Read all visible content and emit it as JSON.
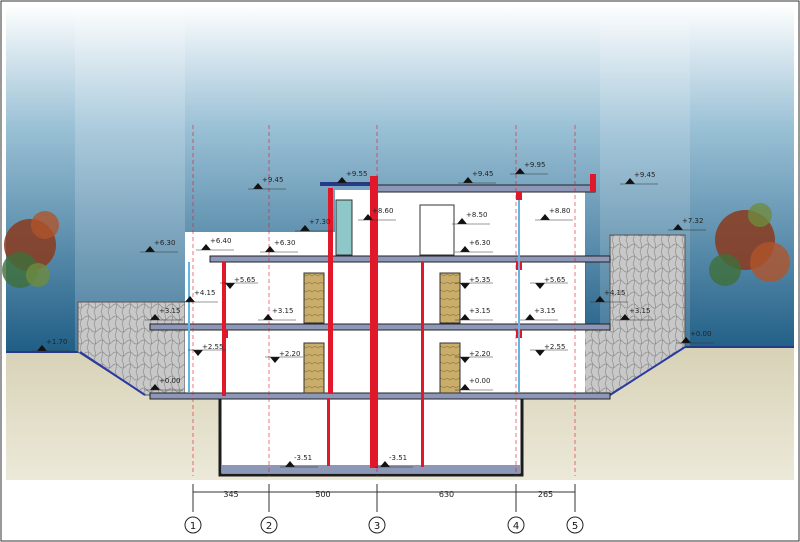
{
  "drawing": {
    "levels": [
      "+9.45",
      "+9.55",
      "+9.45",
      "+9.95",
      "+9.45",
      "+8.60",
      "+8.50",
      "+8.80",
      "+7.30",
      "+7.32",
      "+6.30",
      "+6.40",
      "+6.30",
      "+6.30",
      "+5.65",
      "+5.35",
      "+5.65",
      "+4.15",
      "+4.15",
      "+3.15",
      "+3.15",
      "+3.15",
      "+3.15",
      "+3.15",
      "+2.55",
      "+2.20",
      "+2.20",
      "+2.55",
      "+1.70",
      "+0.00",
      "+0.00",
      "+0.00",
      "-3.51",
      "-3.51"
    ],
    "dimensions": [
      "345",
      "500",
      "630",
      "265"
    ],
    "axes": [
      "1",
      "2",
      "3",
      "4",
      "5"
    ]
  },
  "colors": {
    "sky_top": "#ffffff",
    "sky_bottom": "#1e5f86",
    "ground": "#cfc9a8",
    "slab": "#8d97b8",
    "red_column": "#e0182a",
    "door": "#c9ad6a",
    "stone": "#c4c4c4",
    "foliage": "#8a3a1c"
  }
}
